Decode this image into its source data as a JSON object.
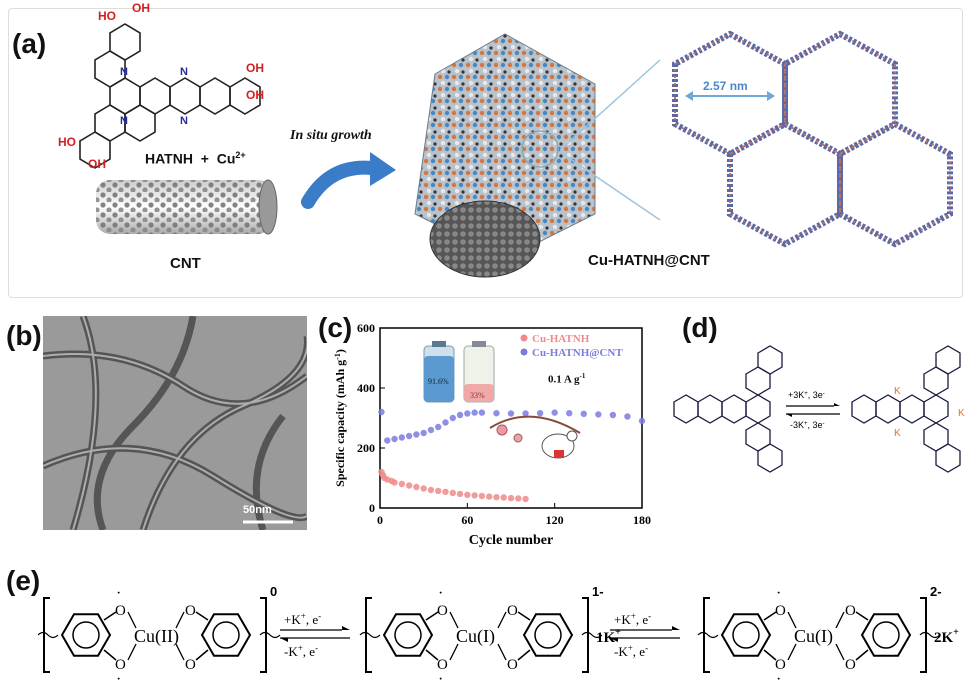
{
  "panels": {
    "a": {
      "label": "(a)",
      "reactant": "HATNH",
      "plus": "+",
      "ion": "Cu",
      "ion_charge": "2+",
      "substrate": "CNT",
      "arrow_text": "In situ growth",
      "product": "Cu-HATNH@CNT",
      "pore_size": "2.57 nm",
      "hydroxyl": "OH",
      "hydroxyl_left": "HO",
      "nitrogen": "N"
    },
    "b": {
      "label": "(b)",
      "scale_bar": "50nm"
    },
    "c": {
      "label": "(c)",
      "rate_label": "0.1 A g",
      "rate_exp": "-1",
      "battery_left": "91.6%",
      "battery_right": "33%"
    },
    "d": {
      "label": "(d)",
      "forward": "+3K",
      "forward_sup": "+",
      "forward_tail": ", 3e",
      "forward_tail_sup": "-",
      "reverse": "-3K",
      "reverse_sup": "+",
      "reverse_tail": ", 3e",
      "reverse_tail_sup": "-",
      "k": "K"
    },
    "e": {
      "label": "(e)",
      "species": [
        {
          "metal": "Cu(II)",
          "charge": "0",
          "counter": ""
        },
        {
          "metal": "Cu(I)",
          "charge": "1-",
          "counter": "1K"
        },
        {
          "metal": "Cu(I)",
          "charge": "2-",
          "counter": "2K"
        }
      ],
      "counter_sup": "+",
      "step_forward": "+K",
      "step_forward_sup": "+",
      "step_forward_tail": ", e",
      "step_forward_tail_sup": "-",
      "step_reverse": "-K",
      "step_reverse_sup": "+",
      "step_reverse_tail": ", e",
      "step_reverse_tail_sup": "-",
      "oxygen": "O",
      "dot": "·"
    }
  },
  "chart_data": {
    "type": "scatter",
    "xlabel": "Cycle number",
    "ylabel": "Specific capacity (mAh g",
    "ylabel_sup": "-1",
    "ylabel_tail": ")",
    "xlim": [
      0,
      180
    ],
    "ylim": [
      0,
      600
    ],
    "xticks": [
      0,
      60,
      120,
      180
    ],
    "yticks": [
      0,
      200,
      400,
      600
    ],
    "legend_position": "top-right",
    "series": [
      {
        "name": "Cu-HATNH",
        "color": "#f08a8a",
        "x": [
          1,
          2,
          3,
          5,
          8,
          10,
          15,
          20,
          25,
          30,
          35,
          40,
          45,
          50,
          55,
          60,
          65,
          70,
          75,
          80,
          85,
          90,
          95,
          100
        ],
        "y": [
          120,
          110,
          100,
          95,
          90,
          85,
          80,
          75,
          70,
          65,
          60,
          57,
          54,
          50,
          47,
          44,
          42,
          40,
          38,
          36,
          35,
          33,
          32,
          30
        ]
      },
      {
        "name": "Cu-HATNH@CNT",
        "color": "#7b7be0",
        "x": [
          1,
          5,
          10,
          15,
          20,
          25,
          30,
          35,
          40,
          45,
          50,
          55,
          60,
          65,
          70,
          80,
          90,
          100,
          110,
          120,
          130,
          140,
          150,
          160,
          170,
          180
        ],
        "y": [
          320,
          225,
          230,
          235,
          240,
          245,
          250,
          260,
          270,
          285,
          300,
          310,
          315,
          318,
          318,
          316,
          315,
          315,
          316,
          318,
          316,
          314,
          312,
          310,
          305,
          290
        ]
      }
    ]
  }
}
